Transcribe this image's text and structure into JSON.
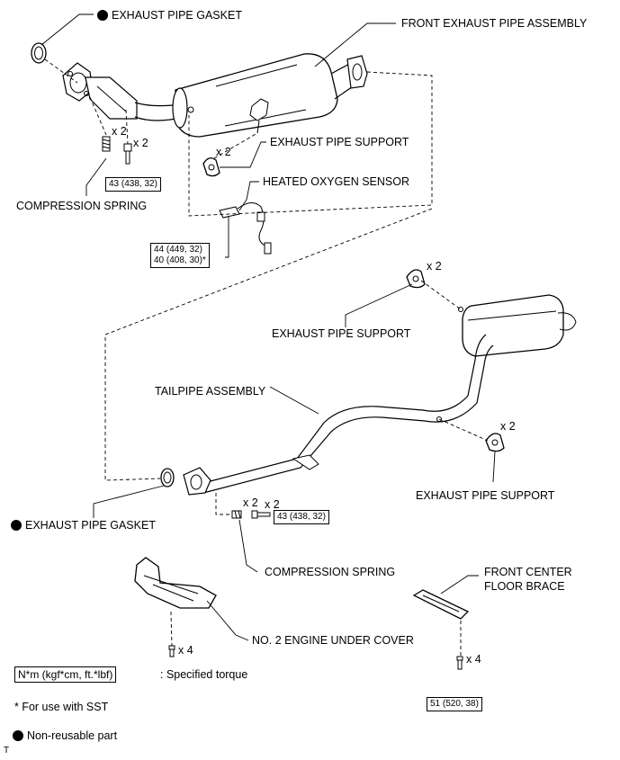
{
  "labels": {
    "gasket_top": "EXHAUST PIPE GASKET",
    "front_pipe": "FRONT EXHAUST PIPE ASSEMBLY",
    "support_1": "EXHAUST PIPE SUPPORT",
    "oxygen_sensor": "HEATED OXYGEN SENSOR",
    "spring_top": "COMPRESSION SPRING",
    "support_2": "EXHAUST PIPE SUPPORT",
    "tailpipe": "TAILPIPE ASSEMBLY",
    "support_3": "EXHAUST PIPE SUPPORT",
    "gasket_bottom": "EXHAUST PIPE GASKET",
    "spring_bottom": "COMPRESSION SPRING",
    "floor_brace_line1": "FRONT CENTER",
    "floor_brace_line2": "FLOOR BRACE",
    "under_cover": "NO. 2 ENGINE UNDER COVER"
  },
  "torques": {
    "flange_top": "43 (438, 32)",
    "sensor_line1": "44 (449, 32)",
    "sensor_line2": "40 (408, 30)*",
    "flange_bottom": "43 (438, 32)",
    "brace": "51 (520, 38)"
  },
  "quantities": {
    "spring_top": "x 2",
    "bolt_top": "x 2",
    "support_1": "x 2",
    "support_2": "x 2",
    "support_3": "x 2",
    "spring_bottom": "x 2",
    "bolt_bottom": "x 2",
    "cover_bolt": "x 4",
    "brace_bolt": "x 4"
  },
  "legend": {
    "torque_box": "N*m (kgf*cm, ft.*lbf)",
    "torque_desc": ": Specified torque",
    "sst_note": "* For use with SST",
    "nonreusable": "Non-reusable part"
  },
  "corner_mark": "T"
}
